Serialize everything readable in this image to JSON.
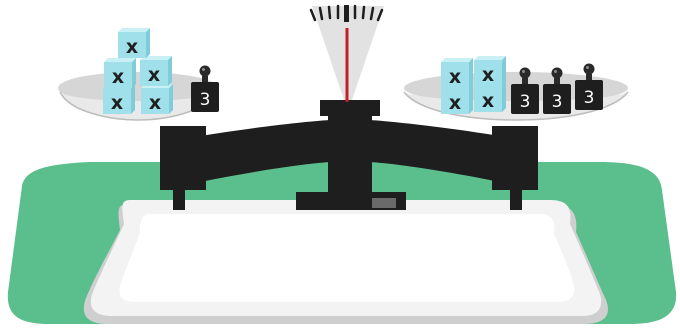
{
  "scene": {
    "description_labels": {
      "cube": "x",
      "weight": "3"
    },
    "left_pan": {
      "cubes": 5,
      "weights": 1
    },
    "right_pan": {
      "cubes": 4,
      "weights": 3
    },
    "colors": {
      "mat": "#5bbf8d",
      "base": "#f3f3f3",
      "body": "#1e1e1e",
      "pan": "#e9e9e9",
      "cube_front": "#9fe0ea",
      "cube_top": "#c8f0f5",
      "cube_side": "#7fcdd9",
      "needle": "#c0202a"
    }
  }
}
